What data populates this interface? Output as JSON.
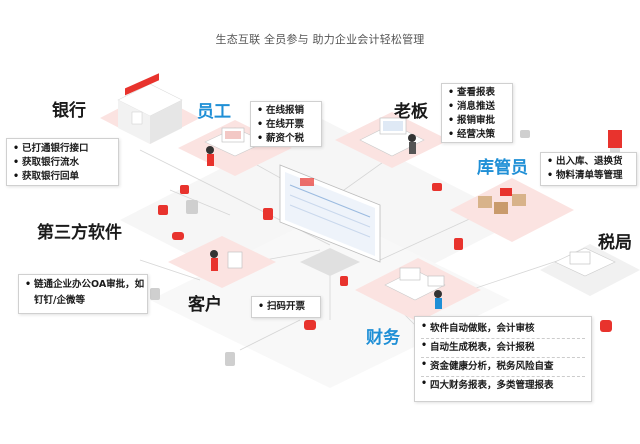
{
  "title": "生态互联 全员参与 助力企业会计轻松管理",
  "sections": {
    "bank": {
      "label": "银行",
      "items": [
        "已打通银行接口",
        "获取银行流水",
        "获取银行回单"
      ]
    },
    "employee": {
      "label": "员工",
      "items": [
        "在线报销",
        "在线开票",
        "薪资个税"
      ]
    },
    "boss": {
      "label": "老板",
      "items": [
        "查看报表",
        "消息推送",
        "报销审批",
        "经营决策"
      ]
    },
    "warehouse": {
      "label": "库管员",
      "items": [
        "出入库、退换货",
        "物料清单等管理"
      ]
    },
    "third_party": {
      "label": "第三方软件",
      "items": [
        "链通企业办公OA审批，如钉钉/企微等"
      ]
    },
    "tax_bureau": {
      "label": "税局"
    },
    "customer": {
      "label": "客户",
      "items": [
        "扫码开票"
      ]
    },
    "finance": {
      "label": "财务",
      "items": [
        "软件自动做账，会计审核",
        "自动生成税表，会计报税",
        "资金健康分析，税务风险自查",
        "四大财务报表，多类管理报表"
      ]
    }
  },
  "colors": {
    "accent_red": "#e8332d",
    "blue": "#1f8fd6",
    "pink_tile": "#fbe3e1",
    "platform": "#f4f4f4"
  }
}
